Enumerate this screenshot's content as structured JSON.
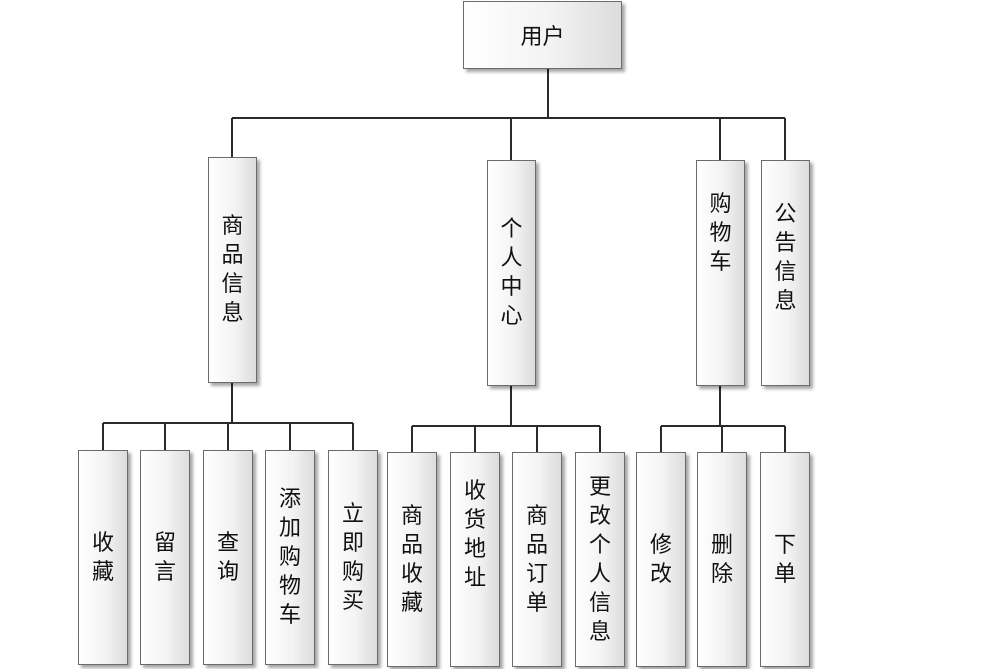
{
  "root": {
    "label": "用户"
  },
  "categories": [
    {
      "label": "商品信息",
      "children": [
        "收藏",
        "留言",
        "查询",
        "添加购物车",
        "立即购买"
      ]
    },
    {
      "label": "个人中心",
      "children": [
        "商品收藏",
        "收货地址",
        "商品订单",
        "更改个人信息"
      ]
    },
    {
      "label": "购物车",
      "children": [
        "修改",
        "删除",
        "下单"
      ]
    },
    {
      "label": "公告信息",
      "children": []
    }
  ],
  "colors": {
    "line": "#2b2b2b",
    "border": "#6b6b6b",
    "box_fill_end": "#dcdcdc"
  }
}
